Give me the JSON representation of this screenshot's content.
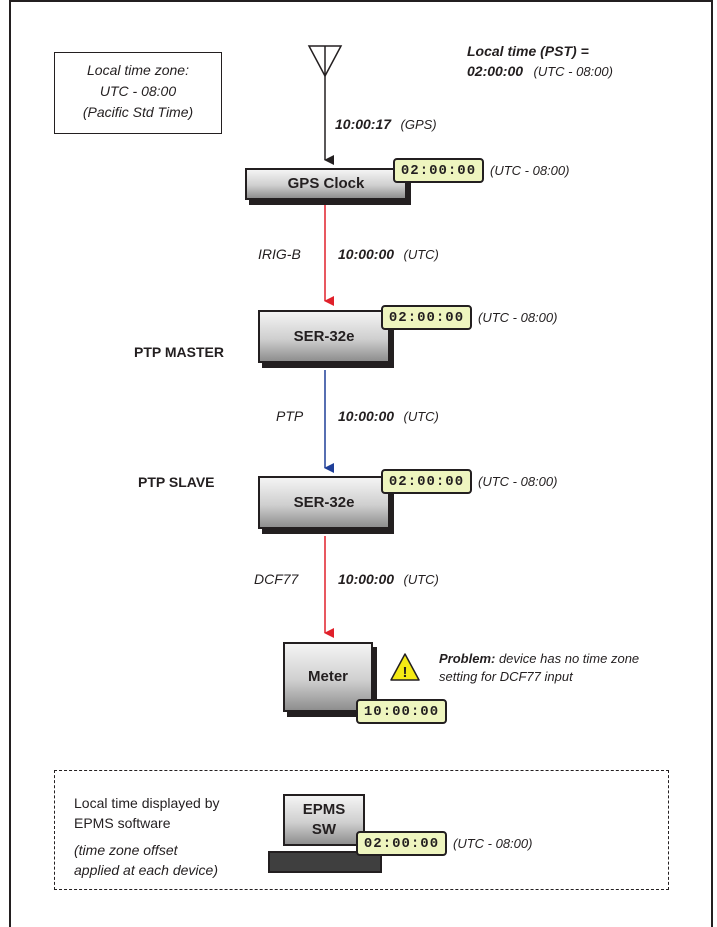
{
  "timezone_note": {
    "line1": "Local time zone:",
    "line2": "UTC - 08:00",
    "line3": "(Pacific Std Time)"
  },
  "local_time": {
    "heading": "Local time (PST) =",
    "time": "02:00:00",
    "offset": "(UTC - 08:00)"
  },
  "gps_signal": {
    "time": "10:00:17",
    "source": "(GPS)"
  },
  "gps_clock": {
    "label": "GPS Clock",
    "display": "02:00:00",
    "offset": "(UTC - 08:00)"
  },
  "link1": {
    "protocol": "IRIG-B",
    "time": "10:00:00",
    "ref": "(UTC)",
    "color": "#e0202a"
  },
  "master": {
    "role": "PTP MASTER",
    "label": "SER-32e",
    "display": "02:00:00",
    "offset": "(UTC - 08:00)"
  },
  "link2": {
    "protocol": "PTP",
    "time": "10:00:00",
    "ref": "(UTC)",
    "color": "#1f3f99"
  },
  "slave": {
    "role": "PTP SLAVE",
    "label": "SER-32e",
    "display": "02:00:00",
    "offset": "(UTC - 08:00)"
  },
  "link3": {
    "protocol": "DCF77",
    "time": "10:00:00",
    "ref": "(UTC)",
    "color": "#e0202a"
  },
  "meter": {
    "label": "Meter",
    "display": "10:00:00"
  },
  "problem": {
    "bold": "Problem:",
    "line1": " device has no time zone",
    "line2": "setting for DCF77 input"
  },
  "epms": {
    "desc1": "Local time displayed by",
    "desc2": "EPMS software",
    "note1": "(time zone offset",
    "note2": "applied at each device)",
    "label1": "EPMS",
    "label2": "SW",
    "display": "02:00:00",
    "offset": "(UTC - 08:00)"
  }
}
